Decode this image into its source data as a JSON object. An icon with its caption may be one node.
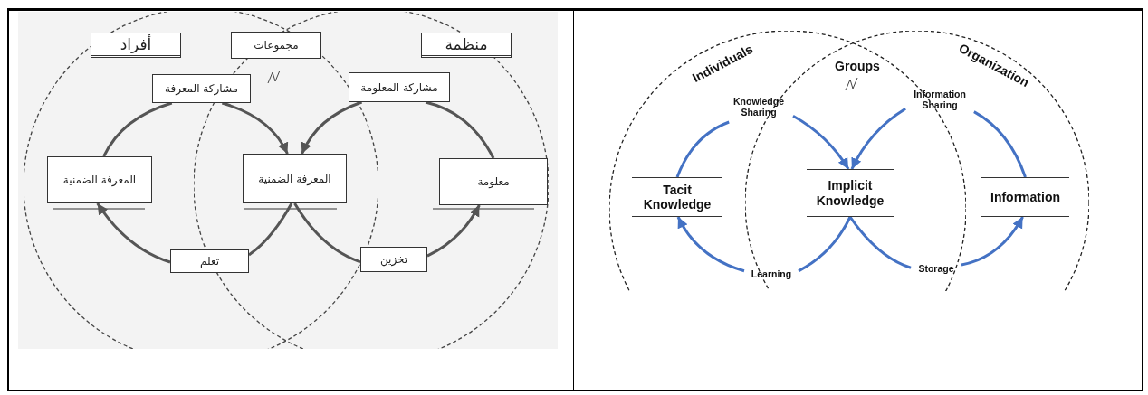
{
  "diagram": {
    "nodes": [
      {
        "text": [
          "أفراد"
        ]
      },
      {
        "text": [
          "مجموعات"
        ]
      },
      {
        "text": [
          "منظمة"
        ]
      },
      {
        "text": [
          "مشاركة المعرفة"
        ]
      },
      {
        "text": [
          "مشاركة المعلومة"
        ]
      },
      {
        "text": [
          "المعرفة الضمنية"
        ]
      },
      {
        "text": [
          "المعرفة الضمنية"
        ]
      },
      {
        "text": [
          "معلومة"
        ]
      },
      {
        "text": [
          "تعلم"
        ]
      },
      {
        "text": [
          "تخزين"
        ]
      },
      {
        "text": [
          "Individuals"
        ]
      },
      {
        "text": [
          "Groups"
        ]
      },
      {
        "text": [
          "Organization"
        ]
      },
      {
        "text": [
          "Knowledge Sharing"
        ]
      },
      {
        "text": [
          "Information Sharing"
        ]
      },
      {
        "text": [
          "Tacit Knowledge"
        ]
      },
      {
        "text": [
          "Implicit Knowledge"
        ]
      },
      {
        "text": [
          "Information"
        ]
      },
      {
        "text": [
          "Learning"
        ]
      },
      {
        "text": [
          "Storage"
        ]
      }
    ],
    "edges": [
      {
        "from": 5,
        "to": 3,
        "arrow": "none",
        "color": "#555555"
      },
      {
        "from": 3,
        "to": 6,
        "arrow": "to",
        "color": "#555555"
      },
      {
        "from": 7,
        "to": 4,
        "arrow": "none",
        "color": "#555555"
      },
      {
        "from": 4,
        "to": 6,
        "arrow": "to",
        "color": "#555555"
      },
      {
        "from": 6,
        "to": 8,
        "arrow": "none",
        "color": "#555555"
      },
      {
        "from": 8,
        "to": 5,
        "arrow": "to",
        "color": "#555555"
      },
      {
        "from": 6,
        "to": 9,
        "arrow": "none",
        "color": "#555555"
      },
      {
        "from": 9,
        "to": 7,
        "arrow": "to",
        "color": "#555555"
      },
      {
        "from": 15,
        "to": 13,
        "arrow": "none",
        "color": "#4472c4"
      },
      {
        "from": 13,
        "to": 16,
        "arrow": "to",
        "color": "#4472c4"
      },
      {
        "from": 17,
        "to": 14,
        "arrow": "none",
        "color": "#4472c4"
      },
      {
        "from": 14,
        "to": 16,
        "arrow": "to",
        "color": "#4472c4"
      },
      {
        "from": 16,
        "to": 18,
        "arrow": "none",
        "color": "#4472c4"
      },
      {
        "from": 18,
        "to": 15,
        "arrow": "to",
        "color": "#4472c4"
      },
      {
        "from": 16,
        "to": 19,
        "arrow": "none",
        "color": "#4472c4"
      },
      {
        "from": 19,
        "to": 17,
        "arrow": "to",
        "color": "#4472c4"
      }
    ]
  }
}
